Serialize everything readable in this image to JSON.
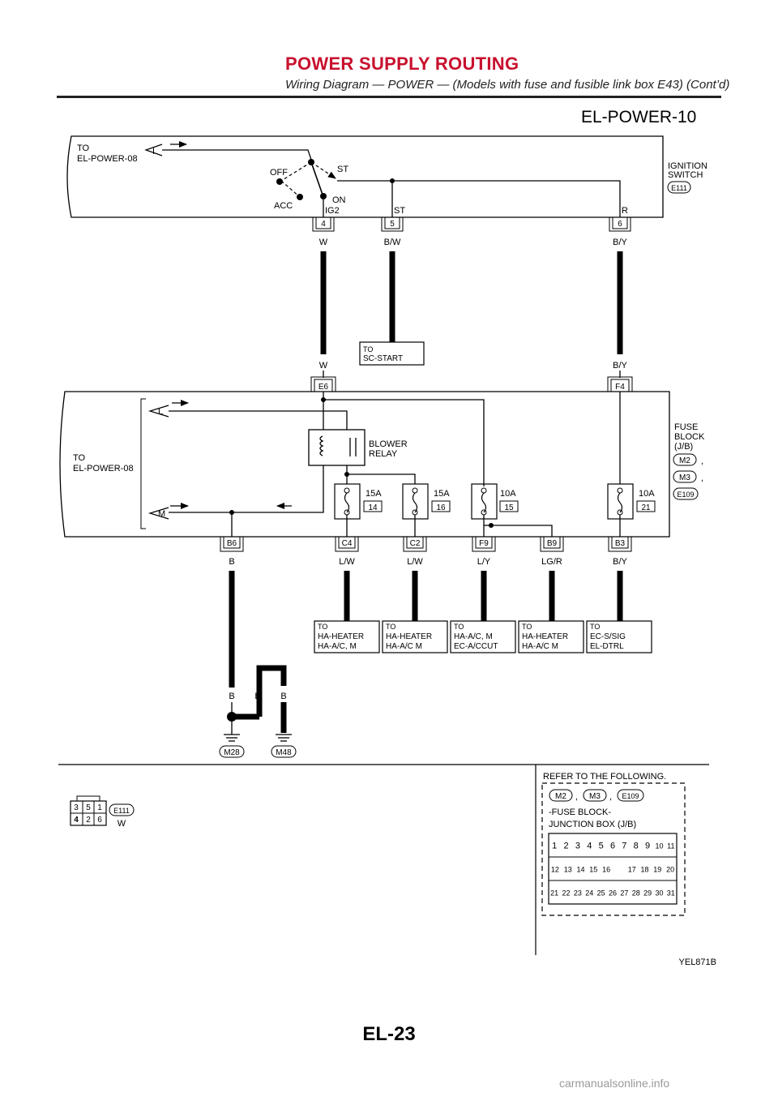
{
  "header": {
    "title": "POWER SUPPLY ROUTING",
    "subtitle": "Wiring Diagram — POWER — (Models with fuse and fusible link box E43) (Cont’d)"
  },
  "diagram": {
    "id": "EL-POWER-10",
    "ignition": {
      "to_lines": [
        "TO",
        "EL-POWER-08"
      ],
      "terminal_i": "I",
      "positions": {
        "off": "OFF",
        "acc": "ACC",
        "on": "ON",
        "st": "ST",
        "ig2": "IG2"
      },
      "wire_labels": {
        "st": "ST",
        "r": "R"
      },
      "switch_label": [
        "IGNITION",
        "SWITCH"
      ],
      "connector": "E111"
    },
    "top_pins": [
      {
        "pin": "4",
        "color": "W"
      },
      {
        "pin": "5",
        "color": "B/W"
      },
      {
        "pin": "6",
        "color": "B/Y"
      }
    ],
    "sc_start": [
      "TO",
      "SC-START"
    ],
    "mid_colors": {
      "w": "W",
      "by": "B/Y"
    },
    "junction_connectors": {
      "e6": "E6",
      "f4": "F4"
    },
    "fuse_block": {
      "to_lines": [
        "TO",
        "EL-POWER-08"
      ],
      "terminal_l": "L",
      "terminal_m": "M",
      "relay_label": [
        "BLOWER",
        "RELAY"
      ],
      "block_label": [
        "FUSE",
        "BLOCK",
        "(J/B)"
      ],
      "connectors": [
        "M2",
        "M3",
        "E109"
      ],
      "sep": ",",
      "end_dot": ".",
      "fuses": [
        {
          "amp": "15A",
          "num": "14"
        },
        {
          "amp": "15A",
          "num": "16"
        },
        {
          "amp": "10A",
          "num": "15"
        },
        {
          "amp": "10A",
          "num": "21"
        }
      ]
    },
    "bottom_pins": [
      {
        "pin": "B6",
        "color": "B"
      },
      {
        "pin": "C4",
        "color": "L/W"
      },
      {
        "pin": "C2",
        "color": "L/W"
      },
      {
        "pin": "F9",
        "color": "L/Y"
      },
      {
        "pin": "B9",
        "color": "LG/R"
      },
      {
        "pin": "B3",
        "color": "B/Y"
      }
    ],
    "destinations": [
      [
        "TO",
        "HA-HEATER",
        "HA-A/C, M"
      ],
      [
        "TO",
        "HA-HEATER",
        "HA-A/C M"
      ],
      [
        "TO",
        "HA-A/C, M",
        "EC-A/CCUT"
      ],
      [
        "TO",
        "HA-HEATER",
        "HA-A/C M"
      ],
      [
        "TO",
        "EC-S/SIG",
        "EL-DTRL"
      ]
    ],
    "ground": {
      "labels": [
        "B",
        "B",
        "B"
      ],
      "connectors": [
        "M28",
        "M48"
      ]
    },
    "e111_view": {
      "connector": "E111",
      "color": "W",
      "top_row": [
        "3",
        "5",
        "1"
      ],
      "bottom_row": [
        "4",
        "2",
        "6"
      ]
    },
    "refer": {
      "title": "REFER TO THE FOLLOWING.",
      "connectors": [
        "M2",
        "M3",
        "E109"
      ],
      "sep": ",",
      "line1": "-FUSE BLOCK-",
      "line2": "JUNCTION BOX (J/B)",
      "rows": [
        [
          "1",
          "2",
          "3",
          "4",
          "5",
          "6",
          "7",
          "8",
          "9",
          "10",
          "11"
        ],
        [
          "12",
          "13",
          "14",
          "15",
          "16",
          "",
          "17",
          "18",
          "19",
          "20"
        ],
        [
          "21",
          "22",
          "23",
          "24",
          "25",
          "26",
          "27",
          "28",
          "29",
          "30",
          "31"
        ]
      ]
    },
    "figure_code": "YEL871B"
  },
  "footer": {
    "page": "EL-23",
    "watermark": "carmanualsonline.info"
  },
  "colors": {
    "title": "#c8102e",
    "ink": "#000000"
  }
}
